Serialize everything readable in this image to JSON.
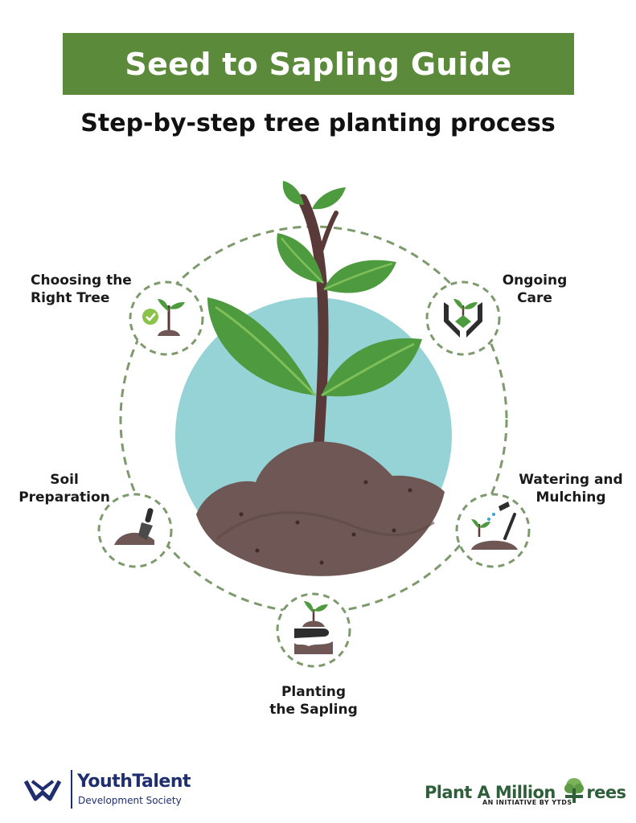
{
  "header": {
    "title": "Seed to Sapling Guide",
    "subtitle": "Step-by-step tree planting process"
  },
  "steps": [
    {
      "label": "Choosing the\nRight Tree",
      "icon": "sapling-check-icon"
    },
    {
      "label": "Soil\nPreparation",
      "icon": "trowel-soil-icon"
    },
    {
      "label": "Planting\nthe Sapling",
      "icon": "hand-planting-icon"
    },
    {
      "label": "Watering and\nMulching",
      "icon": "watering-mulch-icon"
    },
    {
      "label": "Ongoing\nCare",
      "icon": "hands-plant-icon"
    }
  ],
  "footer": {
    "org_name": "YouthTalent",
    "org_sub": "Development Society",
    "campaign_name": "Plant A Million",
    "campaign_name_end": "rees",
    "campaign_sub": "AN INITIATIVE BY YTDS"
  },
  "colors": {
    "banner": "#5b8a3a",
    "ring": "#7d9a6d",
    "circle": "#96d3d6",
    "soil": "#6e5754",
    "leaf": "#4e9a3e",
    "stem": "#5a3a38",
    "navy": "#1f2f6e"
  }
}
